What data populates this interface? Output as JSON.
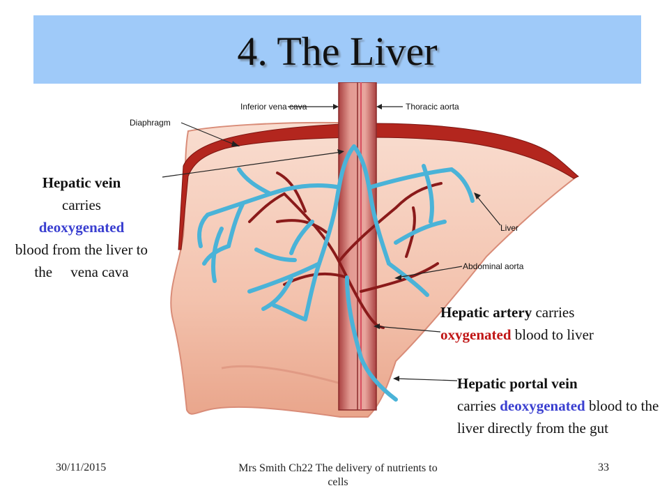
{
  "slide": {
    "title": "4. The Liver"
  },
  "diagram": {
    "labels": {
      "inferior_vena_cava": "Inferior vena cava",
      "thoracic_aorta": "Thoracic aorta",
      "diaphragm": "Diaphragm",
      "liver": "Liver",
      "abdominal_aorta": "Abdominal aorta"
    },
    "colors": {
      "vein_blue": "#4ab3d8",
      "artery_red": "#8a1a1a",
      "diaphragm": "#b3261e",
      "liver_tissue": "#f5c9b5"
    }
  },
  "callouts": {
    "hepatic_vein": {
      "title": "Hepatic vein",
      "text_1": "carries",
      "highlight": "deoxygenated",
      "text_2": "blood from the liver to the     vena cava"
    },
    "hepatic_artery": {
      "title": "Hepatic artery",
      "text_1": " carries",
      "highlight": "oxygenated",
      "text_2": " blood to liver"
    },
    "hepatic_portal_vein": {
      "title": "Hepatic portal vein",
      "text_1": "carries ",
      "highlight": "deoxygenated",
      "text_2": " blood to the liver directly from the gut"
    }
  },
  "footer": {
    "date": "30/11/2015",
    "center": "Mrs Smith Ch22 The delivery of nutrients to cells",
    "page": "33"
  }
}
